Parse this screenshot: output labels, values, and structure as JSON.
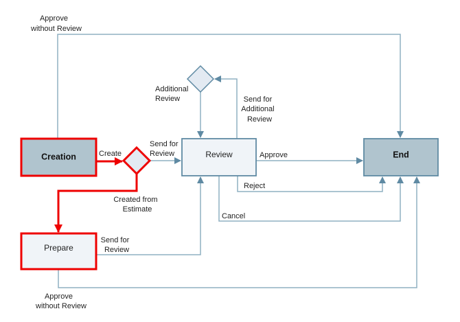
{
  "colors": {
    "edge": "#8fb0c2",
    "arrow": "#5f8aa3",
    "highlight": "#ee0000",
    "terminal_fill": "#b0c4ce",
    "state_fill": "#f0f4f8",
    "node_border": "#5f8aa3"
  },
  "nodes": {
    "creation": {
      "label": "Creation",
      "kind": "terminal",
      "highlighted": true
    },
    "create_gateway": {
      "label": "",
      "kind": "decision",
      "highlighted": true
    },
    "review": {
      "label": "Review",
      "kind": "state",
      "highlighted": false
    },
    "additional_review_gateway": {
      "label": "",
      "kind": "decision",
      "highlighted": false
    },
    "end": {
      "label": "End",
      "kind": "terminal",
      "highlighted": false
    },
    "prepare": {
      "label": "Prepare",
      "kind": "state",
      "highlighted": true
    }
  },
  "edges": {
    "approve_without_review_top": {
      "from": "creation",
      "to": "end",
      "label": [
        "Approve",
        "without Review"
      ]
    },
    "create": {
      "from": "creation",
      "to": "create_gateway",
      "label": [
        "Create"
      ]
    },
    "send_for_review": {
      "from": "create_gateway",
      "to": "review",
      "label": [
        "Send for",
        "Review"
      ]
    },
    "created_from_estimate": {
      "from": "create_gateway",
      "to": "prepare",
      "label": [
        "Created from",
        "Estimate"
      ]
    },
    "additional_review": {
      "from": "additional_review_gateway",
      "to": "review",
      "label": [
        "Additional",
        "Review"
      ]
    },
    "send_for_additional_review": {
      "from": "review",
      "to": "additional_review_gateway",
      "label": [
        "Send for",
        "Additional",
        "Review"
      ]
    },
    "approve": {
      "from": "review",
      "to": "end",
      "label": [
        "Approve"
      ]
    },
    "reject": {
      "from": "review",
      "to": "end",
      "label": [
        "Reject"
      ]
    },
    "cancel": {
      "from": "review",
      "to": "end",
      "label": [
        "Cancel"
      ]
    },
    "prepare_send_for_review": {
      "from": "prepare",
      "to": "review",
      "label": [
        "Send for",
        "Review"
      ]
    },
    "approve_without_review_bottom": {
      "from": "prepare",
      "to": "end",
      "label": [
        "Approve",
        "without Review"
      ]
    }
  }
}
